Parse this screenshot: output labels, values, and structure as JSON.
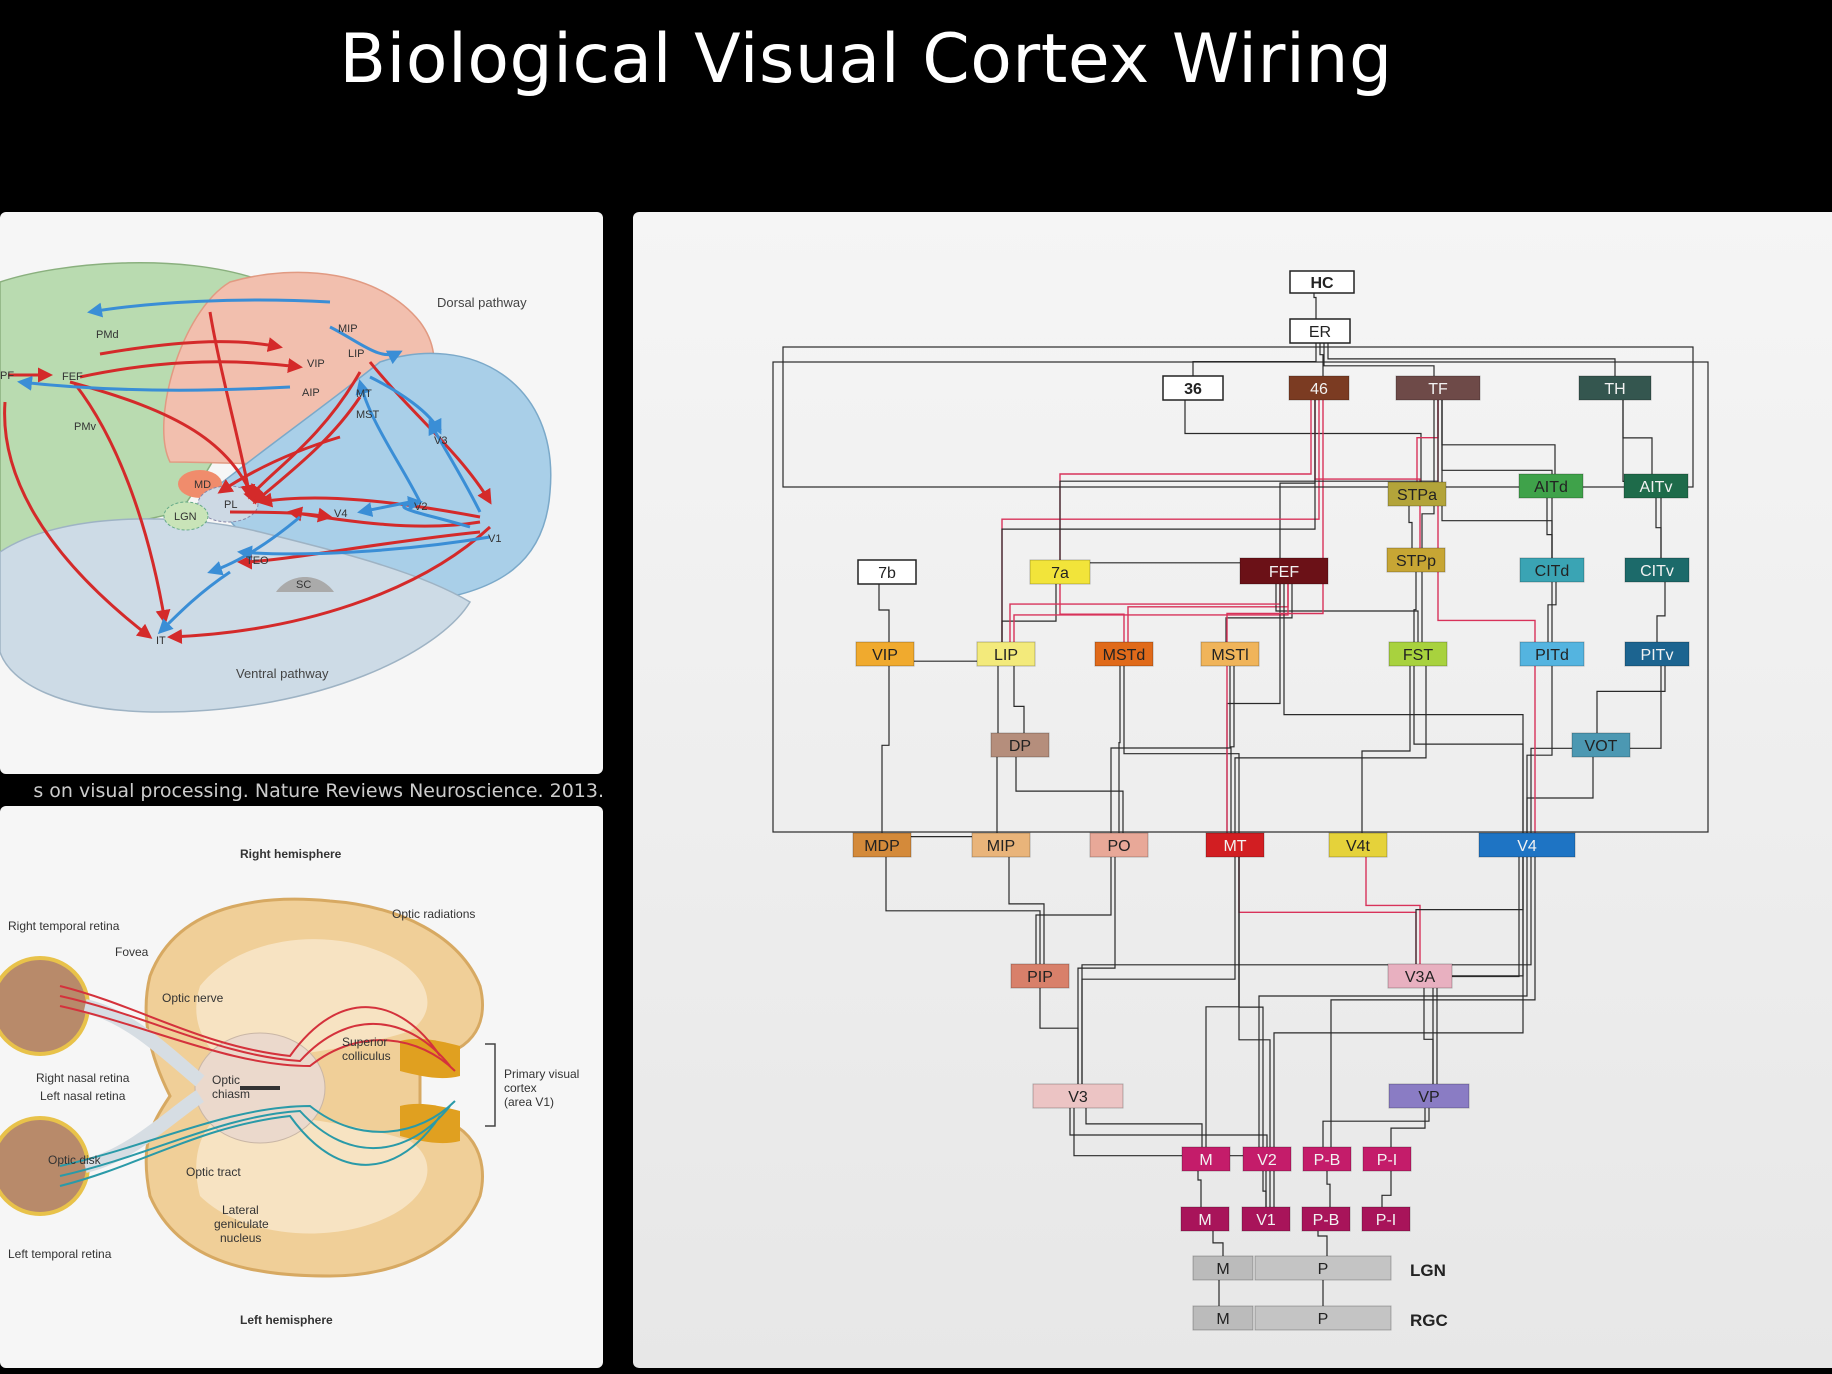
{
  "slide": {
    "title": "Biological Visual Cortex Wiring",
    "citation": "s on visual processing. Nature Reviews Neuroscience. 2013."
  },
  "pathways": {
    "dorsal": "Dorsal pathway",
    "ventral": "Ventral pathway",
    "areas": {
      "pmd": "PMd",
      "pf": "PF",
      "fef": "FEF",
      "pmv": "PMv",
      "vip": "VIP",
      "mip": "MIP",
      "lip": "LIP",
      "aip": "AIP",
      "mt": "MT",
      "mst": "MST",
      "v3": "V3",
      "md": "MD",
      "pl": "PL",
      "lgn": "LGN",
      "v4": "V4",
      "v2": "V2",
      "v1": "V1",
      "teo": "TEO",
      "sc": "SC",
      "it": "IT"
    }
  },
  "visual_path": {
    "right_hemisphere": "Right hemisphere",
    "left_hemisphere": "Left hemisphere",
    "labels": {
      "right_temporal_retina": "Right temporal retina",
      "fovea": "Fovea",
      "optic_nerve": "Optic nerve",
      "optic_radiations": "Optic radiations",
      "superior_colliculus_1": "Superior",
      "superior_colliculus_2": "colliculus",
      "optic_chiasm_1": "Optic",
      "optic_chiasm_2": "chiasm",
      "right_nasal_retina": "Right nasal retina",
      "left_nasal_retina": "Left nasal retina",
      "optic_disk": "Optic disk",
      "optic_tract": "Optic tract",
      "lgn_1": "Lateral",
      "lgn_2": "geniculate",
      "lgn_3": "nucleus",
      "left_temporal_retina": "Left temporal retina",
      "v1_1": "Primary visual",
      "v1_2": "cortex",
      "v1_3": "(area V1)"
    }
  },
  "hierarchy": {
    "nodes": [
      {
        "id": "HC",
        "label": "HC",
        "color": "#ffffff"
      },
      {
        "id": "ER",
        "label": "ER",
        "color": "#ffffff"
      },
      {
        "id": "36",
        "label": "36",
        "color": "#ffffff"
      },
      {
        "id": "46",
        "label": "46",
        "color": "#7b3b22"
      },
      {
        "id": "TF",
        "label": "TF",
        "color": "#6e4a48"
      },
      {
        "id": "TH",
        "label": "TH",
        "color": "#34564f"
      },
      {
        "id": "STPa",
        "label": "STPa",
        "color": "#b3a43a"
      },
      {
        "id": "AITd",
        "label": "AITd",
        "color": "#3fa24a"
      },
      {
        "id": "AITv",
        "label": "AITv",
        "color": "#1e6b4a"
      },
      {
        "id": "7b",
        "label": "7b",
        "color": "#ffffff"
      },
      {
        "id": "7a",
        "label": "7a",
        "color": "#f2e43a"
      },
      {
        "id": "FEF",
        "label": "FEF",
        "color": "#6b1117"
      },
      {
        "id": "STPp",
        "label": "STPp",
        "color": "#c7a634"
      },
      {
        "id": "CITd",
        "label": "CITd",
        "color": "#3aa4b4"
      },
      {
        "id": "CITv",
        "label": "CITv",
        "color": "#1c6a6a"
      },
      {
        "id": "VIP",
        "label": "VIP",
        "color": "#f0aa2e"
      },
      {
        "id": "LIP",
        "label": "LIP",
        "color": "#f3ea7b"
      },
      {
        "id": "MSTd",
        "label": "MSTd",
        "color": "#e06a1a"
      },
      {
        "id": "MSTl",
        "label": "MSTl",
        "color": "#f0b45a"
      },
      {
        "id": "FST",
        "label": "FST",
        "color": "#a8d23e"
      },
      {
        "id": "PITd",
        "label": "PITd",
        "color": "#54b4e0"
      },
      {
        "id": "PITv",
        "label": "PITv",
        "color": "#1c6490"
      },
      {
        "id": "DP",
        "label": "DP",
        "color": "#b58e7c"
      },
      {
        "id": "VOT",
        "label": "VOT",
        "color": "#4c98b2"
      },
      {
        "id": "MDP",
        "label": "MDP",
        "color": "#d48a3a"
      },
      {
        "id": "MIP",
        "label": "MIP",
        "color": "#e9b47a"
      },
      {
        "id": "PO",
        "label": "PO",
        "color": "#e8a898"
      },
      {
        "id": "MT",
        "label": "MT",
        "color": "#d21e22"
      },
      {
        "id": "V4t",
        "label": "V4t",
        "color": "#e5d23a"
      },
      {
        "id": "V4",
        "label": "V4",
        "color": "#1e74c4"
      },
      {
        "id": "PIP",
        "label": "PIP",
        "color": "#d8806a"
      },
      {
        "id": "V3A",
        "label": "V3A",
        "color": "#e8b0c0"
      },
      {
        "id": "V3",
        "label": "V3",
        "color": "#ecc4c4"
      },
      {
        "id": "VP",
        "label": "VP",
        "color": "#8a7cc4"
      },
      {
        "id": "V2",
        "label": "V2",
        "color": "#c41c6a"
      },
      {
        "id": "V2_M",
        "label": "M",
        "color": "#c41c6a"
      },
      {
        "id": "V2_PB",
        "label": "P-B",
        "color": "#c41c6a"
      },
      {
        "id": "V2_PI",
        "label": "P-I",
        "color": "#c41c6a"
      },
      {
        "id": "V1",
        "label": "V1",
        "color": "#a8145a"
      },
      {
        "id": "V1_M",
        "label": "M",
        "color": "#a8145a"
      },
      {
        "id": "V1_PB",
        "label": "P-B",
        "color": "#a8145a"
      },
      {
        "id": "V1_PI",
        "label": "P-I",
        "color": "#a8145a"
      },
      {
        "id": "LGN_M",
        "label": "M",
        "color": "#bbbbbb"
      },
      {
        "id": "LGN_P",
        "label": "P",
        "color": "#c4c4c4"
      },
      {
        "id": "RGC_M",
        "label": "M",
        "color": "#bbbbbb"
      },
      {
        "id": "RGC_P",
        "label": "P",
        "color": "#c4c4c4"
      }
    ],
    "side_labels": {
      "lgn": "LGN",
      "rgc": "RGC"
    },
    "colors": {
      "wire": "#2a2a2a",
      "red_wire": "#d8325a"
    }
  }
}
